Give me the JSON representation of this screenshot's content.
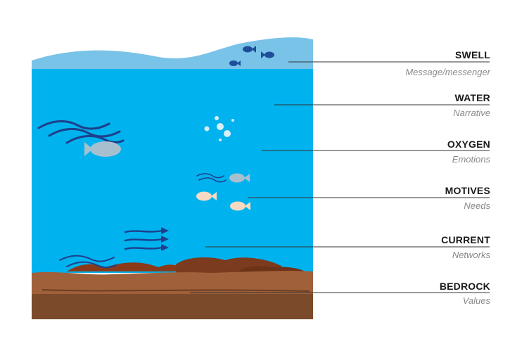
{
  "layers": [
    {
      "name": "SWELL",
      "description": "Message/messenger"
    },
    {
      "name": "WATER",
      "description": "Narrative"
    },
    {
      "name": "OXYGEN",
      "description": "Emotions"
    },
    {
      "name": "MOTIVES",
      "description": "Needs"
    },
    {
      "name": "CURRENT",
      "description": "Networks"
    },
    {
      "name": "BEDROCK",
      "description": "Values"
    }
  ],
  "colors": {
    "swell": "#79c3e8",
    "water": "#00b2ee",
    "bedrock_top": "#a0603a",
    "bedrock_bottom": "#7a4a2a",
    "sediment": "#7a2e12",
    "fish_blue": "#1e4d9a",
    "fish_grey": "#a8bfcf",
    "fish_peach": "#f8d9c2",
    "current": "#1e3f8a"
  }
}
